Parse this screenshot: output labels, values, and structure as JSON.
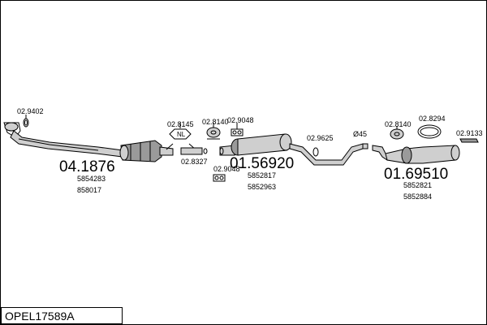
{
  "title_box": {
    "code": "OPEL17589A"
  },
  "parts": [
    {
      "code": "02.9402"
    },
    {
      "code": "04.1876",
      "oe": [
        "5854283",
        "858017"
      ]
    },
    {
      "code": "02.8145"
    },
    {
      "code": "02.8140"
    },
    {
      "code": "02.9048"
    },
    {
      "code": "02.8327"
    },
    {
      "code": "02.9048"
    },
    {
      "code": "01.56920",
      "oe": [
        "5852817",
        "5852963"
      ]
    },
    {
      "code": "02.9625"
    },
    {
      "code": "Ø45"
    },
    {
      "code": "02.8140"
    },
    {
      "code": "02.8294"
    },
    {
      "code": "02.9133"
    },
    {
      "code": "01.69510",
      "oe": [
        "5852821",
        "5852884"
      ]
    }
  ]
}
